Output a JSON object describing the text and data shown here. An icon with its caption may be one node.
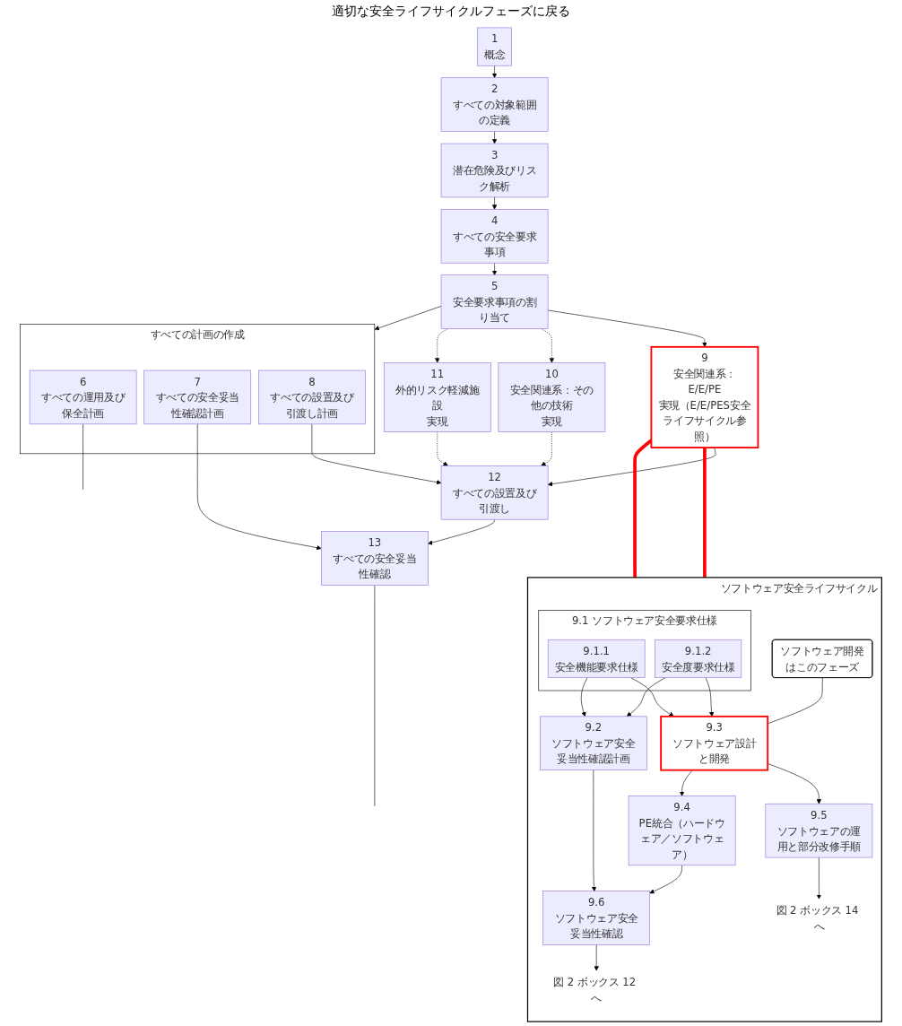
{
  "diagram": {
    "nodes": [
      {
        "text": [
          "1",
          "概念"
        ]
      },
      {
        "text": [
          "2",
          "すべての対象範囲の定義"
        ]
      },
      {
        "text": [
          "3",
          "潜在危険及びリスク解析"
        ]
      },
      {
        "text": [
          "4",
          "すべての安全要求事項"
        ]
      },
      {
        "text": [
          "5",
          "安全要求事項の割り当て"
        ]
      },
      {
        "text": [
          "すべての計画の作成"
        ]
      },
      {
        "text": [
          "6",
          "すべての運用及び保全計画"
        ],
        "in": 5
      },
      {
        "text": [
          "7",
          "すべての安全妥当性確認計画"
        ],
        "in": 5
      },
      {
        "text": [
          "8",
          "すべての設置及び引渡し計画"
        ],
        "in": 5
      },
      {
        "text": [
          "9",
          "安全関連系：E/E/PE",
          "実現（E/E/PES安全ライフサイクル参照）"
        ]
      },
      {
        "text": [
          "10",
          "安全関連系：その他の技術",
          "実現"
        ]
      },
      {
        "text": [
          "11",
          "外的リスク軽減施設",
          "実現"
        ]
      },
      {
        "text": [
          "12",
          "すべての設置及び引渡し"
        ]
      },
      {
        "text": [
          "13",
          "すべての安全妥当性確認"
        ]
      },
      {
        "text": [
          "ソフトウェア安全ライフサイクル"
        ]
      },
      {
        "text": [
          "9.1",
          "ソフトウェア安全要求仕様"
        ],
        "in": 14
      },
      {
        "text": [
          "9.1.1",
          "安全機能要求仕様"
        ],
        "in": 15
      },
      {
        "text": [
          "9.1.2",
          "安全度要求仕様"
        ],
        "in": 15
      },
      {
        "text": [
          "9.2",
          "ソフトウェア安全妥当性確認計画"
        ],
        "in": 14
      },
      {
        "text": [
          "9.3",
          "ソフトウェア設計と開発"
        ],
        "in": 14
      },
      {
        "text": [
          "9.4",
          "PE統合（ハードウェア／ソフトウェア）"
        ],
        "in": 14
      },
      {
        "text": [
          "9.5",
          "ソフトウェアの運用と部分改修手順"
        ],
        "in": 14
      },
      {
        "text": [
          "9.6",
          "ソフトウェア安全妥当性確認"
        ],
        "in": 14
      },
      {
        "text": [
          "図 2 ボックス 12 へ"
        ],
        "in": 14
      },
      {
        "text": [
          "図 2 ボックス 14 へ"
        ],
        "in": 14
      },
      {
        "text": [
          "ソフトウェア開発はこのフェーズ"
        ],
        "in": 14
      }
    ],
    "edges": [
      {
        "from": 0,
        "to": 1,
        "arrow": "to"
      },
      {
        "from": 1,
        "to": 2,
        "arrow": "to"
      },
      {
        "from": 2,
        "to": 3,
        "arrow": "to"
      },
      {
        "from": 3,
        "to": 4,
        "arrow": "to"
      },
      {
        "from": 4,
        "to": 5,
        "arrow": "to"
      },
      {
        "from": 4,
        "to": 9,
        "arrow": "to"
      },
      {
        "from": 4,
        "to": 10,
        "arrow": "to",
        "style": "dashed"
      },
      {
        "from": 4,
        "to": 11,
        "arrow": "to",
        "style": "dashed"
      },
      {
        "from": 9,
        "to": 12,
        "arrow": "to"
      },
      {
        "from": 10,
        "to": 12,
        "arrow": "to",
        "style": "dashed"
      },
      {
        "from": 11,
        "to": 12,
        "arrow": "to",
        "style": "dashed"
      },
      {
        "from": 8,
        "to": 12,
        "arrow": "to"
      },
      {
        "from": 7,
        "to": 13,
        "arrow": "to"
      },
      {
        "from": 12,
        "to": 13,
        "arrow": "to"
      },
      {
        "from": 6,
        "to": null,
        "arrow": "none"
      },
      {
        "from": 13,
        "to": null,
        "arrow": "none"
      },
      {
        "from": 9,
        "to": 14,
        "arrow": "none",
        "style": "thick",
        "color": "#ff0000"
      },
      {
        "from": 9,
        "to": 14,
        "arrow": "none",
        "style": "thick",
        "color": "#ff0000"
      },
      {
        "from": 16,
        "to": 18,
        "arrow": "to"
      },
      {
        "from": 16,
        "to": 19,
        "arrow": "to"
      },
      {
        "from": 17,
        "to": 18,
        "arrow": "to"
      },
      {
        "from": 17,
        "to": 19,
        "arrow": "to"
      },
      {
        "from": 19,
        "to": 20,
        "arrow": "to"
      },
      {
        "from": 19,
        "to": 21,
        "arrow": "to"
      },
      {
        "from": 18,
        "to": 22,
        "arrow": "to"
      },
      {
        "from": 20,
        "to": 22,
        "arrow": "to"
      },
      {
        "from": 22,
        "to": 23,
        "arrow": "to"
      },
      {
        "from": 21,
        "to": 24,
        "arrow": "to"
      },
      {
        "from": 25,
        "to": 19,
        "arrow": "none"
      }
    ],
    "labels": [
      "適切な安全ライフサイクルフェーズに戻る"
    ]
  }
}
